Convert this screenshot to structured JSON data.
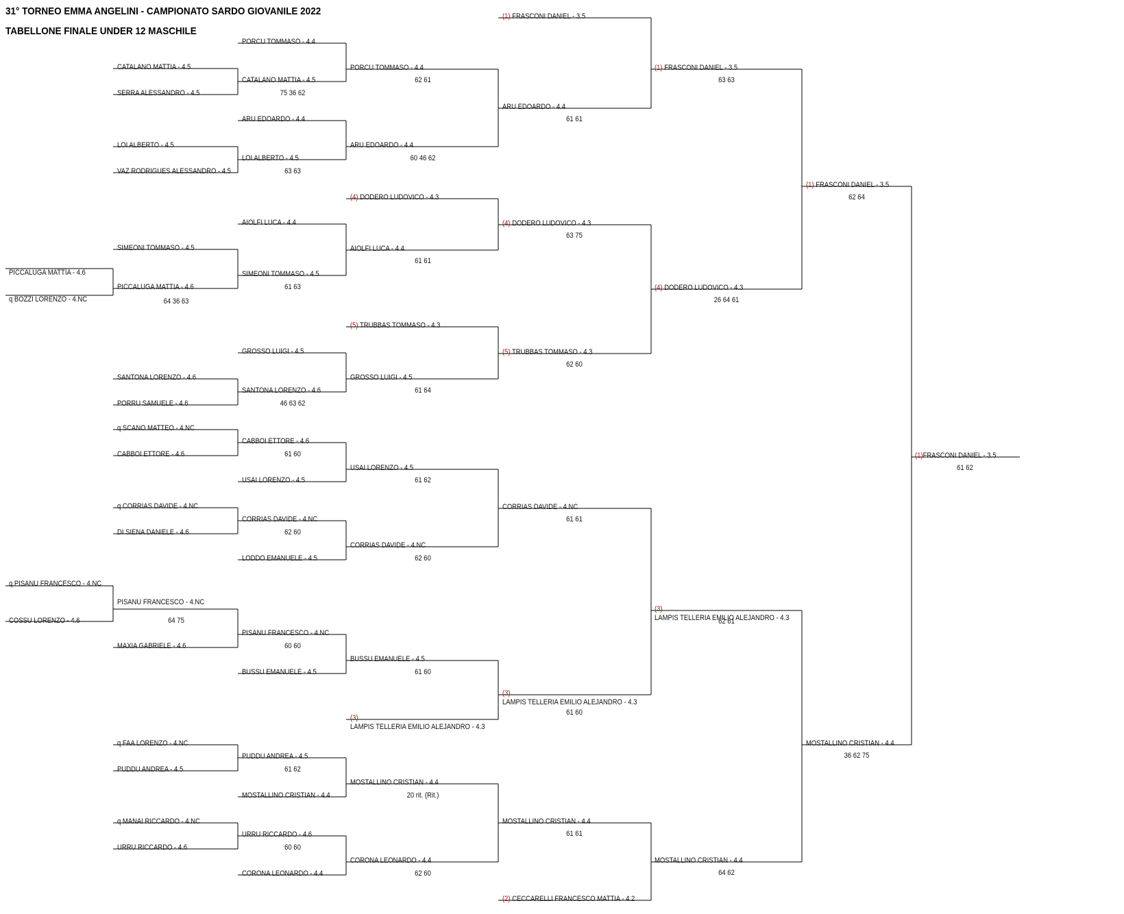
{
  "header": {
    "title": "31° TORNEO EMMA ANGELINI  -  CAMPIONATO SARDO GIOVANILE 2022",
    "subtitle": "TABELLONE FINALE UNDER 12 MASCHILE"
  },
  "colors": {
    "seed": "#a01818",
    "line": "#000000"
  },
  "entries": [
    {
      "seed": "",
      "name": "PICCALUGA MATTIA - 4.6"
    },
    {
      "seed": "q ",
      "name": "BOZZI LORENZO - 4.NC"
    },
    {
      "seed": "q ",
      "name": "PISANU FRANCESCO - 4.NC"
    },
    {
      "seed": "",
      "name": "COSSU LORENZO - 4.6"
    },
    {
      "seed": "",
      "name": "CATALANO MATTIA - 4.5"
    },
    {
      "seed": "",
      "name": "SERRA ALESSANDRO - 4.5"
    },
    {
      "seed": "",
      "name": "LOI ALBERTO - 4.5"
    },
    {
      "seed": "",
      "name": "VAZ RODRIGUES ALESSANDRO - 4.5"
    },
    {
      "seed": "",
      "name": "SIMEONI TOMMASO - 4.5"
    },
    {
      "seed": "",
      "name": "PICCALUGA MATTIA - 4.6"
    },
    {
      "seed": "",
      "name": "SANTONA LORENZO - 4.6"
    },
    {
      "seed": "",
      "name": "PORRU SAMUELE - 4.6"
    },
    {
      "seed": "q ",
      "name": "SCANO MATTEO - 4.NC"
    },
    {
      "seed": "",
      "name": "CABBOI ETTORE - 4.6"
    },
    {
      "seed": "q ",
      "name": "CORRIAS DAVIDE - 4.NC"
    },
    {
      "seed": "",
      "name": "DI SIENA DANIELE - 4.6"
    },
    {
      "seed": "",
      "name": "PISANU FRANCESCO - 4.NC"
    },
    {
      "seed": "",
      "name": "MAXIA GABRIELE - 4.6"
    },
    {
      "seed": "q ",
      "name": "FAA LORENZO - 4.NC"
    },
    {
      "seed": "",
      "name": "PUDDU ANDREA - 4.5"
    },
    {
      "seed": "q ",
      "name": "MANAI RICCARDO - 4.NC"
    },
    {
      "seed": "",
      "name": "URRU RICCARDO - 4.6"
    },
    {
      "seed": "",
      "name": "PORCU TOMMASO - 4.4"
    },
    {
      "seed": "",
      "name": "CATALANO MATTIA - 4.5"
    },
    {
      "seed": "",
      "name": "ARU EDOARDO - 4.4"
    },
    {
      "seed": "",
      "name": "LOI ALBERTO - 4.5"
    },
    {
      "seed": "",
      "name": "AIOLFI LUCA - 4.4"
    },
    {
      "seed": "",
      "name": "SIMEONI TOMMASO - 4.5"
    },
    {
      "seed": "",
      "name": "GROSSO LUIGI - 4.5"
    },
    {
      "seed": "",
      "name": "SANTONA LORENZO - 4.6"
    },
    {
      "seed": "",
      "name": "CABBOI ETTORE - 4.6"
    },
    {
      "seed": "",
      "name": "USAI LORENZO - 4.5"
    },
    {
      "seed": "",
      "name": "CORRIAS DAVIDE - 4.NC"
    },
    {
      "seed": "",
      "name": "LODDO EMANUELE - 4.5"
    },
    {
      "seed": "",
      "name": "PISANU FRANCESCO - 4.NC"
    },
    {
      "seed": "",
      "name": "BUSSU EMANUELE - 4.5"
    },
    {
      "seed": "",
      "name": "PUDDU ANDREA - 4.5"
    },
    {
      "seed": "",
      "name": "MOSTALLINO CRISTIAN - 4.4"
    },
    {
      "seed": "",
      "name": "URRU RICCARDO - 4.6"
    },
    {
      "seed": "",
      "name": "CORONA LEONARDO - 4.4"
    },
    {
      "seed": "",
      "name": "PORCU TOMMASO - 4.4"
    },
    {
      "seed": "",
      "name": "ARU EDOARDO - 4.4"
    },
    {
      "seed": "(4) ",
      "name": "DODERO LUDOVICO - 4.3"
    },
    {
      "seed": "",
      "name": "AIOLFI LUCA - 4.4"
    },
    {
      "seed": "(5) ",
      "name": "TRUBBAS TOMMASO - 4.3"
    },
    {
      "seed": "",
      "name": "GROSSO LUIGI - 4.5"
    },
    {
      "seed": "",
      "name": "USAI LORENZO - 4.5"
    },
    {
      "seed": "",
      "name": "CORRIAS DAVIDE - 4.NC"
    },
    {
      "seed": "",
      "name": "BUSSU EMANUELE - 4.5"
    },
    {
      "seed": "(3)",
      "name": "LAMPIS TELLERIA EMILIO ALEJANDRO - 4.3"
    },
    {
      "seed": "",
      "name": "MOSTALLINO CRISTIAN - 4.4"
    },
    {
      "seed": "",
      "name": "CORONA LEONARDO - 4.4"
    },
    {
      "seed": "(1) ",
      "name": "FRASCONI DANIEL - 3.5"
    },
    {
      "seed": "",
      "name": "ARU EDOARDO - 4.4"
    },
    {
      "seed": "(4) ",
      "name": "DODERO LUDOVICO - 4.3"
    },
    {
      "seed": "(5) ",
      "name": "TRUBBAS TOMMASO - 4.3"
    },
    {
      "seed": "",
      "name": "CORRIAS DAVIDE - 4.NC"
    },
    {
      "seed": "(3)",
      "name": "LAMPIS TELLERIA EMILIO ALEJANDRO - 4.3"
    },
    {
      "seed": "",
      "name": "MOSTALLINO CRISTIAN - 4.4"
    },
    {
      "seed": "(2) ",
      "name": "CECCARELLI FRANCESCO MATTIA - 4.2"
    },
    {
      "seed": "(1) ",
      "name": "FRASCONI DANIEL - 3.5"
    },
    {
      "seed": "(4) ",
      "name": "DODERO LUDOVICO - 4.3"
    },
    {
      "seed": "(3)",
      "name": "LAMPIS TELLERIA EMILIO ALEJANDRO - 4.3"
    },
    {
      "seed": "",
      "name": "MOSTALLINO CRISTIAN - 4.4"
    },
    {
      "seed": "(1) ",
      "name": "FRASCONI DANIEL - 3.5"
    },
    {
      "seed": "",
      "name": "MOSTALLINO CRISTIAN - 4.4"
    },
    {
      "seed": "(1)",
      "name": "FRASCONI DANIEL - 3.5"
    }
  ],
  "scores": [
    "64 36 63",
    "64 75",
    "75 36 62",
    "63 63",
    "61 63",
    "46 63 62",
    "61 60",
    "62 60",
    "60 60",
    "61 62",
    "60 60",
    "62 61",
    "60 46 62",
    "61 61",
    "61 64",
    "61 62",
    "62 60",
    "61 60",
    "20 rit. (Rit.)",
    "62 60",
    "61 61",
    "63 75",
    "62 60",
    "61 61",
    "61 60",
    "61 61",
    "63 63",
    "26 64 61",
    "62 61",
    "64 62",
    "62 64",
    "36 62 75",
    "61 62"
  ]
}
